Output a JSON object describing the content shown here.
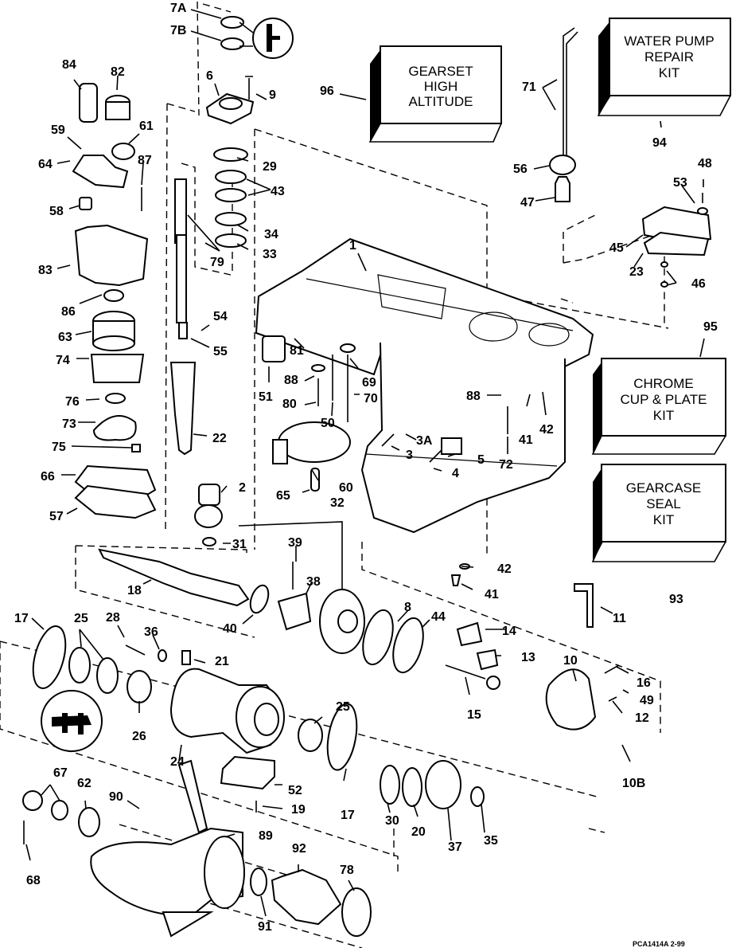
{
  "diagram": {
    "title": "Gearcase exploded parts diagram",
    "figure_code": "PCA1414A  2-99",
    "colors": {
      "ink": "#000000",
      "paper": "#ffffff"
    },
    "kits": [
      {
        "id": "96",
        "lines": [
          "GEARSET",
          "HIGH",
          "ALTITUDE"
        ]
      },
      {
        "id": "94",
        "lines": [
          "WATER PUMP",
          "REPAIR",
          "KIT"
        ]
      },
      {
        "id": "95",
        "lines": [
          "CHROME",
          "CUP & PLATE",
          "KIT"
        ]
      },
      {
        "id": "93",
        "lines": [
          "GEARCASE",
          "SEAL",
          "KIT"
        ]
      }
    ],
    "callouts": [
      "7A",
      "7B",
      "84",
      "82",
      "6",
      "9",
      "59",
      "61",
      "64",
      "87",
      "58",
      "83",
      "29",
      "43",
      "34",
      "33",
      "79",
      "96",
      "71",
      "56",
      "47",
      "94",
      "48",
      "53",
      "45",
      "23",
      "46",
      "1",
      "95",
      "86",
      "63",
      "74",
      "76",
      "73",
      "75",
      "66",
      "57",
      "54",
      "55",
      "22",
      "2",
      "32",
      "31",
      "51",
      "81",
      "88",
      "80",
      "50",
      "69",
      "70",
      "60",
      "65",
      "3A",
      "3",
      "5",
      "4",
      "88b",
      "72",
      "41",
      "42",
      "39",
      "38",
      "18",
      "40",
      "8",
      "44",
      "42b",
      "41b",
      "11",
      "93",
      "17",
      "25",
      "28",
      "36",
      "21",
      "26",
      "24",
      "14",
      "13",
      "15",
      "10",
      "16",
      "49",
      "12",
      "10B",
      "25b",
      "52",
      "19",
      "17b",
      "30",
      "20",
      "37",
      "35",
      "67",
      "62",
      "90",
      "89",
      "68",
      "92",
      "78",
      "91"
    ],
    "labels": {
      "7A": "7A",
      "7B": "7B",
      "84": "84",
      "82": "82",
      "6": "6",
      "9": "9",
      "59": "59",
      "61": "61",
      "64": "64",
      "87": "87",
      "58": "58",
      "83": "83",
      "29": "29",
      "43": "43",
      "34": "34",
      "33": "33",
      "79": "79",
      "96": "96",
      "71": "71",
      "56": "56",
      "47": "47",
      "94": "94",
      "48": "48",
      "53": "53",
      "45": "45",
      "23": "23",
      "46": "46",
      "1": "1",
      "95": "95",
      "86": "86",
      "63": "63",
      "74": "74",
      "76": "76",
      "73": "73",
      "75": "75",
      "66": "66",
      "57": "57",
      "54": "54",
      "55": "55",
      "22": "22",
      "2": "2",
      "32": "32",
      "31": "31",
      "51": "51",
      "81": "81",
      "88": "88",
      "80": "80",
      "50": "50",
      "69": "69",
      "70": "70",
      "60": "60",
      "65": "65",
      "3A": "3A",
      "3": "3",
      "5": "5",
      "4": "4",
      "88b": "88",
      "72": "72",
      "41": "41",
      "42": "42",
      "39": "39",
      "38": "38",
      "18": "18",
      "40": "40",
      "8": "8",
      "44": "44",
      "42b": "42",
      "41b": "41",
      "11": "11",
      "93": "93",
      "17": "17",
      "25": "25",
      "28": "28",
      "36": "36",
      "21": "21",
      "26": "26",
      "24": "24",
      "14": "14",
      "13": "13",
      "15": "15",
      "10": "10",
      "16": "16",
      "49": "49",
      "12": "12",
      "10B": "10B",
      "25b": "25",
      "52": "52",
      "19": "19",
      "17b": "17",
      "30": "30",
      "20": "20",
      "37": "37",
      "35": "35",
      "67": "67",
      "62": "62",
      "90": "90",
      "89": "89",
      "68": "68",
      "92": "92",
      "78": "78",
      "91": "91"
    }
  }
}
